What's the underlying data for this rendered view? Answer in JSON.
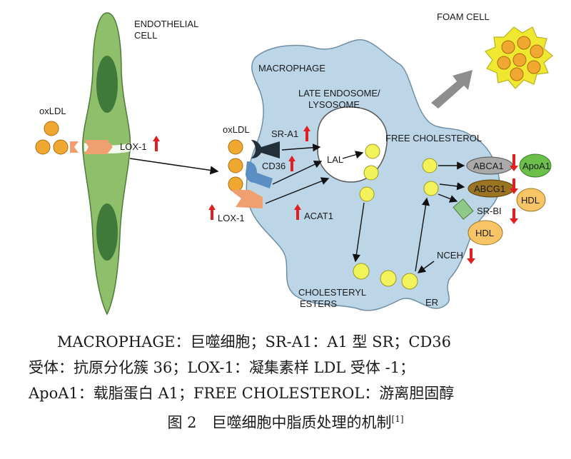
{
  "diagram": {
    "endothelial_label": [
      "ENDOTHELIAL",
      "CELL"
    ],
    "oxldl_left": "oxLDL",
    "lox1_left": "LOX-1",
    "macrophage_label": "MACROPHAGE",
    "endosome_label": [
      "LATE ENDOSOME/",
      "LYSOSOME"
    ],
    "foam_cell_label": "FOAM CELL",
    "free_cholesterol_label": "FREE CHOLESTEROL",
    "oxldl_right": "oxLDL",
    "sra1": "SR-A1",
    "cd36": "CD36",
    "lox1_right": "LOX-1",
    "lal": "LAL",
    "acat1": "ACAT1",
    "abca1": "ABCA1",
    "abcg1": "ABCG1",
    "apoa1": "ApoA1",
    "hdl1": "HDL",
    "srbi": "SR-BI",
    "hdl2": "HDL",
    "nceh": "NCEH",
    "cholesteryl_label": [
      "CHOLESTERYL",
      "ESTERS"
    ],
    "er": "ER"
  },
  "caption": {
    "line1": "MACROPHAGE：巨噬细胞；SR-A1：A1 型 SR；CD36",
    "line2": "受体：抗原分化簇 36；LOX-1：凝集素样 LDL 受体 -1；",
    "line3": "ApoA1：载脂蛋白 A1；FREE CHOLESTEROL：游离胆固醇",
    "title": "图 2　巨噬细胞中脂质处理的机制",
    "ref": "[1]"
  },
  "colors": {
    "endothelial_fill": "#8fbf6a",
    "nucleus_fill": "#3f7a3a",
    "macrophage_fill": "#bcd6e8",
    "oxldl_fill": "#f0a830",
    "cholesterol_fill": "#f2f25a",
    "arrow_red": "#e02020",
    "abca1_fill": "#a9a9a9",
    "abcg1_fill": "#9a7420",
    "apoa1_fill": "#6cc04a",
    "hdl_fill": "#f7c466",
    "srbi_fill": "#8fc98a",
    "receptor_dark": "#22303a",
    "receptor_blue": "#5b8fc4",
    "receptor_orange": "#f0a070",
    "foam_fill": "#f0e830"
  }
}
